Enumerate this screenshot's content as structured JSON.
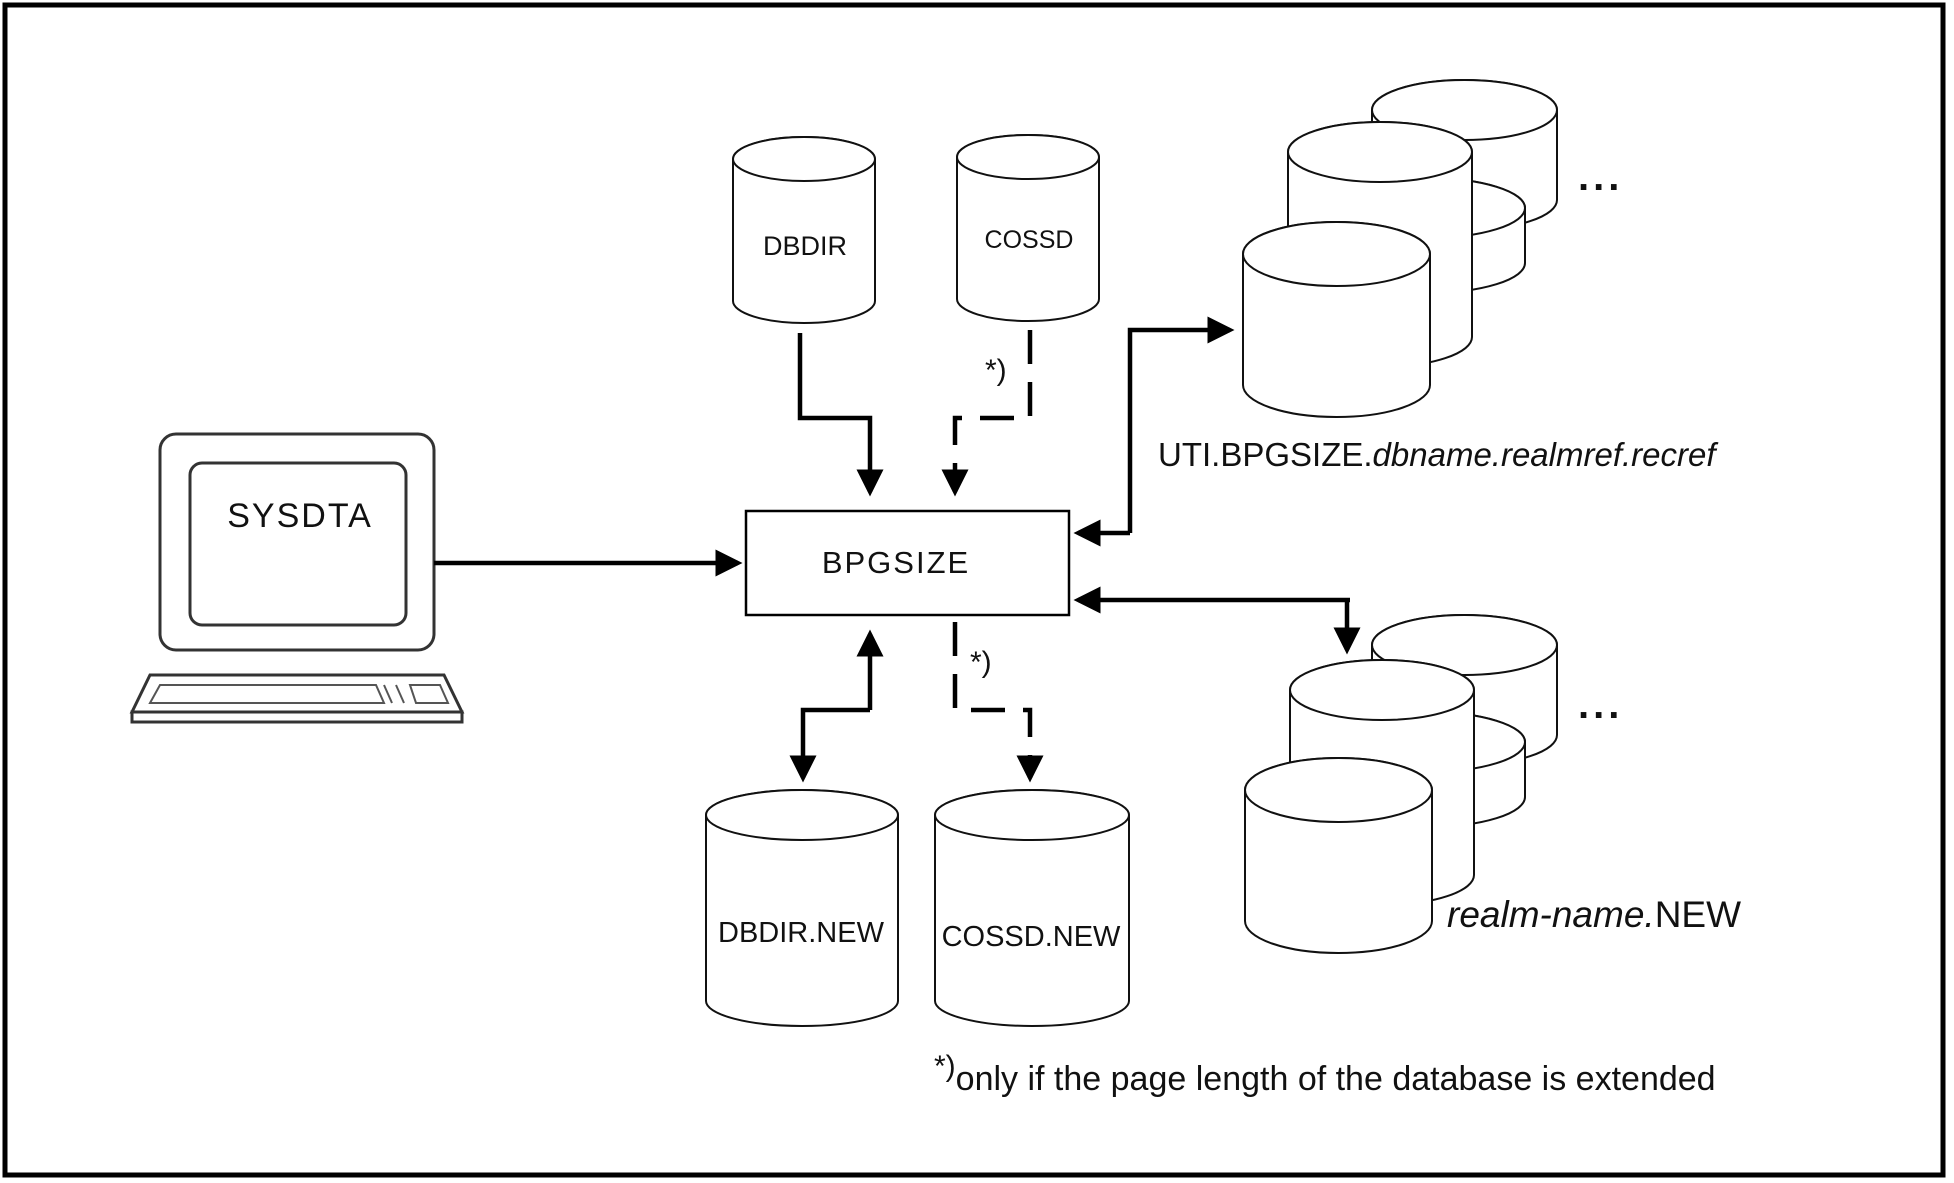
{
  "diagram": {
    "terminal": {
      "label": "SYSDTA"
    },
    "program": {
      "label": "BPGSIZE"
    },
    "inputs": [
      {
        "label": "DBDIR"
      },
      {
        "label": "COSSD"
      }
    ],
    "outputs": [
      {
        "label": "DBDIR.NEW"
      },
      {
        "label": "COSSD.NEW"
      }
    ],
    "backup_stack": {
      "label_plain": "UTI.BPGSIZE.",
      "label_italic": "dbname.realmref.recref",
      "ellipsis": "..."
    },
    "realm_stack": {
      "label_italic": "realm-name.",
      "label_plain": "NEW",
      "ellipsis": "..."
    },
    "conditional_marker": "*)",
    "footnote": {
      "marker": "*)",
      "text": "only if the page length of the database is extended"
    }
  }
}
